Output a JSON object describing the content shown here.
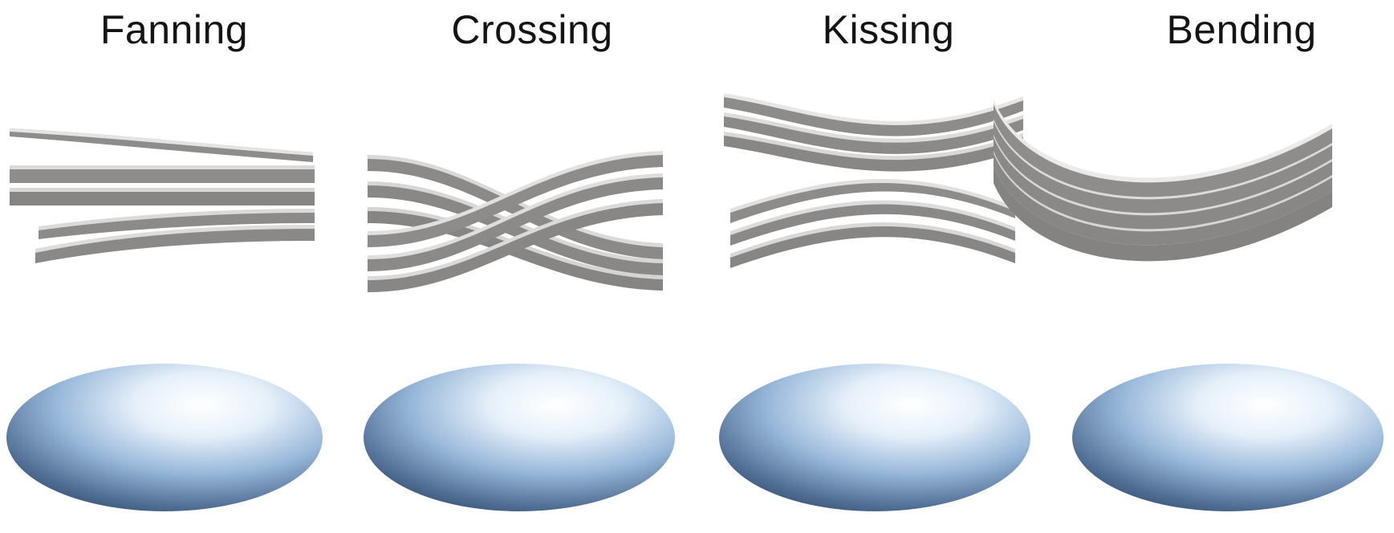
{
  "figure": {
    "panels": [
      {
        "id": "fanning",
        "title": "Fanning"
      },
      {
        "id": "crossing",
        "title": "Crossing"
      },
      {
        "id": "kissing",
        "title": "Kissing"
      },
      {
        "id": "bending",
        "title": "Bending"
      }
    ]
  },
  "colors": {
    "fiber_top": "#e2e2e2",
    "fiber_side": "#8f8d8b",
    "tensor_light": "#ffffff",
    "tensor_mid": "#a7c6e6",
    "tensor_dark": "#2d4766"
  }
}
